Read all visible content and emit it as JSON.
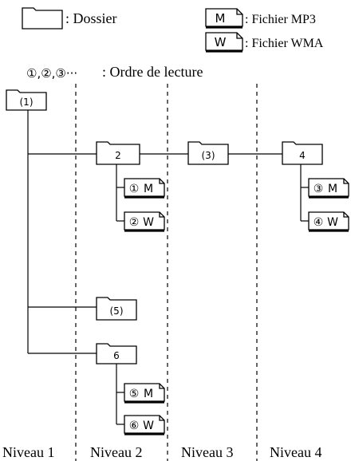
{
  "legend": {
    "folder_label": ": Dossier",
    "mp3_letter": "M",
    "mp3_label": ": Fichier MP3",
    "wma_letter": "W",
    "wma_label": ": Fichier WMA",
    "order_marks": "①,②,③···",
    "order_label": ": Ordre de lecture"
  },
  "folders": {
    "root": "(1)",
    "f2": "2",
    "f3": "(3)",
    "f4": "4",
    "f5": "(5)",
    "f6": "6"
  },
  "files": {
    "f2_a": {
      "num": "①",
      "type": "M"
    },
    "f2_b": {
      "num": "②",
      "type": "W"
    },
    "f4_a": {
      "num": "③",
      "type": "M"
    },
    "f4_b": {
      "num": "④",
      "type": "W"
    },
    "f6_a": {
      "num": "⑤",
      "type": "M"
    },
    "f6_b": {
      "num": "⑥",
      "type": "W"
    }
  },
  "levels": [
    "Niveau 1",
    "Niveau 2",
    "Niveau 3",
    "Niveau 4"
  ]
}
